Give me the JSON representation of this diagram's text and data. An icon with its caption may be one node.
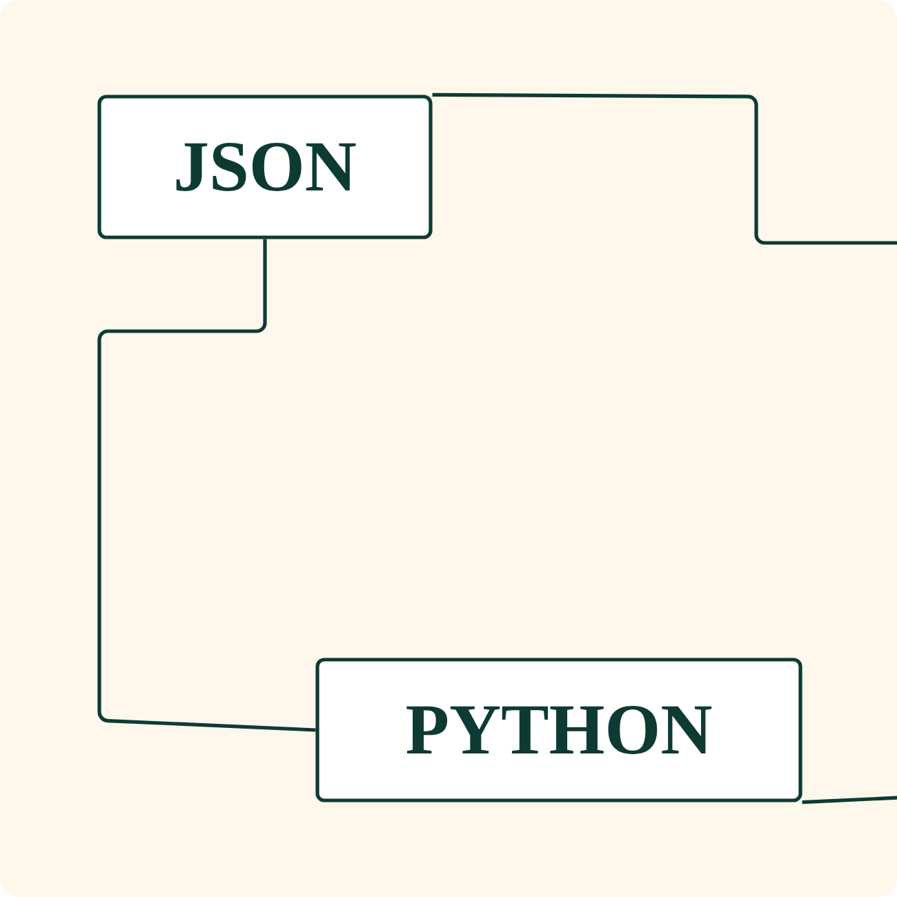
{
  "diagram": {
    "nodes": [
      {
        "text": [
          "JSON"
        ]
      },
      {
        "text": [
          "PYTHON"
        ]
      }
    ],
    "edges": [
      {
        "from": 0,
        "to": 1,
        "arrow": "none"
      },
      {
        "from": 0,
        "to": null,
        "arrow": "none"
      },
      {
        "from": 1,
        "to": null,
        "arrow": "none"
      }
    ]
  }
}
